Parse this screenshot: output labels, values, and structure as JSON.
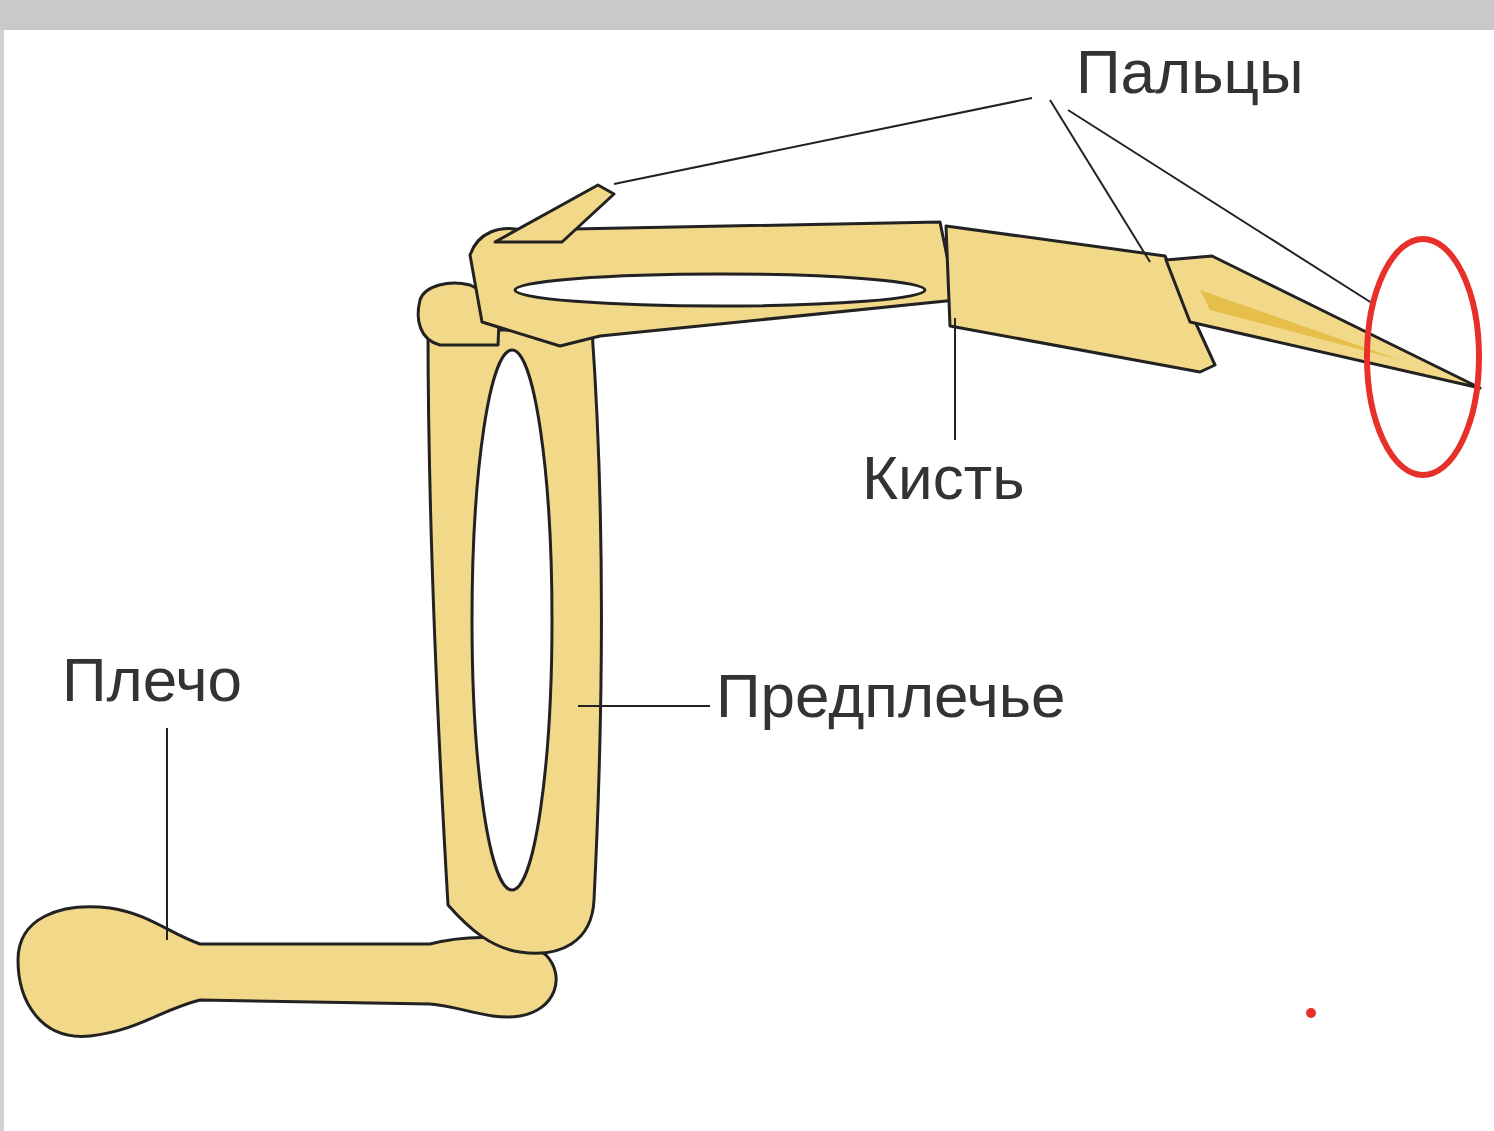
{
  "diagram": {
    "labels": [
      "Пальцы",
      "Кисть",
      "Плечо",
      "Предплечье"
    ]
  }
}
